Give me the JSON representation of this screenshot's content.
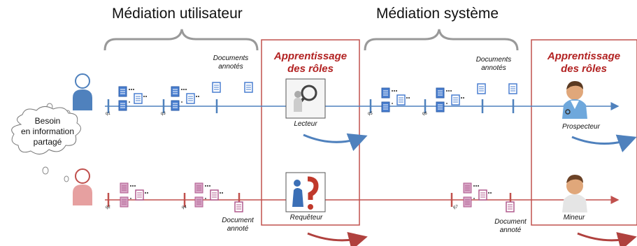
{
  "headers": {
    "left": "Médiation utilisateur",
    "right": "Médiation système"
  },
  "role_boxes": {
    "left": {
      "line1": "Apprentissage",
      "line2": "des rôles"
    },
    "right": {
      "line1": "Apprentissage",
      "line2": "des rôles"
    }
  },
  "cloud": {
    "line1": "Besoin",
    "line2": "en information",
    "line3": "partagé"
  },
  "top_row": {
    "docs_annotated_1": {
      "line1": "Documents",
      "line2": "annotés"
    },
    "docs_annotated_2": {
      "line1": "Documents",
      "line2": "annotés"
    },
    "role_1": "Lecteur",
    "role_2": "Prospecteur",
    "queries": [
      "q1",
      "q3",
      "q5",
      "q6"
    ]
  },
  "bottom_row": {
    "doc_annotated_1": {
      "line1": "Document",
      "line2": "annoté"
    },
    "doc_annotated_2": {
      "line1": "Document",
      "line2": "annoté"
    },
    "role_1": "Requêteur",
    "role_2": "Mineur",
    "queries": [
      "q2",
      "q4",
      "q7"
    ]
  },
  "colors": {
    "blue_line": "#4f81bd",
    "red_line": "#c0504d",
    "box_border": "#c0504d",
    "role_text": "#b22222",
    "doc_blue": "#4a7fd0",
    "doc_pink": "#c06a9a"
  }
}
